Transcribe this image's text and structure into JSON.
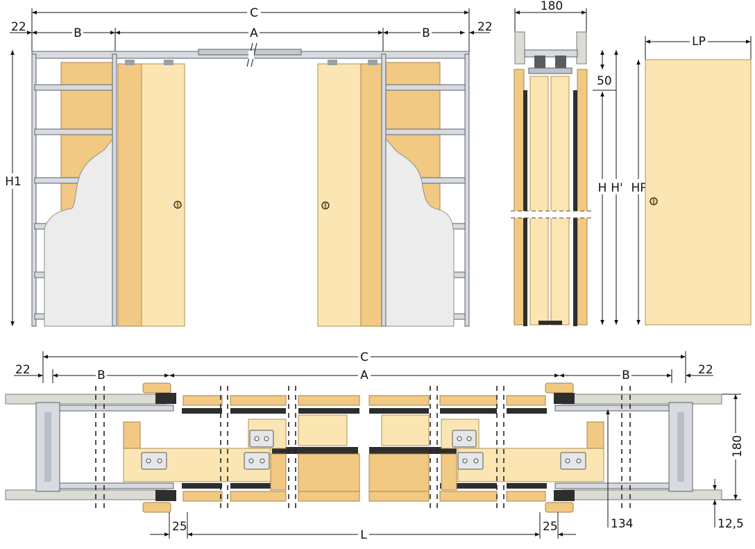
{
  "front_view": {
    "dim_c": "C",
    "dim_a": "A",
    "dim_b_left": "B",
    "dim_b_right": "B",
    "dim_22_left": "22",
    "dim_22_right": "22",
    "dim_h1": "H1"
  },
  "section_view": {
    "dim_180": "180",
    "dim_50": "50",
    "dim_h": "H",
    "dim_h_prime": "H'"
  },
  "door_panel": {
    "dim_lp": "LP",
    "dim_hp": "HP"
  },
  "plan_view": {
    "dim_c": "C",
    "dim_a": "A",
    "dim_b_left": "B",
    "dim_b_right": "B",
    "dim_22_left": "22",
    "dim_22_right": "22",
    "dim_180": "180",
    "dim_25_left": "25",
    "dim_25_right": "25",
    "dim_l": "L",
    "dim_134": "134",
    "dim_12_5": "12,5"
  },
  "colors": {
    "door_wood": "#f5ce8a",
    "pocket_panel": "#f2c983",
    "metal_frame": "#d7dbe0",
    "plaster": "#ececec"
  }
}
